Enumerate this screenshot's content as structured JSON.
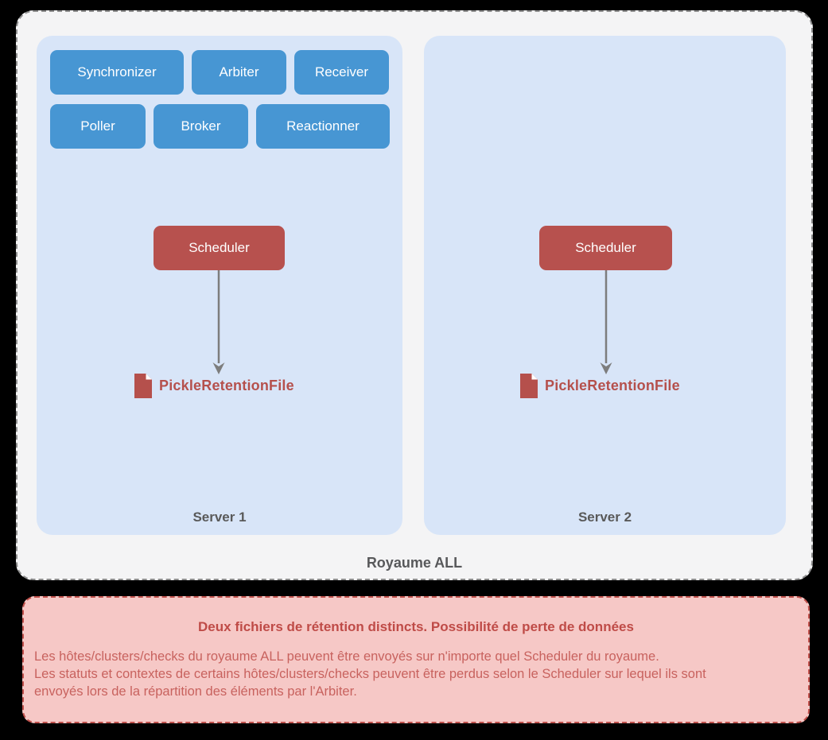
{
  "diagram": {
    "realm_label": "Royaume ALL",
    "servers": [
      {
        "label": "Server 1",
        "daemons": [
          "Synchronizer",
          "Arbiter",
          "Receiver",
          "Poller",
          "Broker",
          "Reactionner"
        ],
        "scheduler_label": "Scheduler",
        "file_label": "PickleRetentionFile"
      },
      {
        "label": "Server 2",
        "scheduler_label": "Scheduler",
        "file_label": "PickleRetentionFile"
      }
    ]
  },
  "warning": {
    "title": "Deux fichiers de rétention distincts. Possibilité de perte de données",
    "body": "Les hôtes/clusters/checks du royaume ALL peuvent être envoyés sur n'importe quel Scheduler du royaume.\nLes statuts et contextes de certains hôtes/clusters/checks peuvent être perdus selon le Scheduler sur lequel ils sont\nenvoyés lors de la répartition des éléments par l'Arbiter."
  },
  "colors": {
    "daemon_blue": "#4796d3",
    "scheduler_red": "#b7514e",
    "file_red": "#b5504c",
    "server_panel_blue": "#d8e5f8",
    "realm_gray": "#f4f4f5",
    "warning_pink": "#f6c8c6",
    "warning_border_red": "#c0504b",
    "warning_text_red": "#c8625e",
    "arrow_gray": "#7d7d7d",
    "label_gray": "#595959"
  }
}
